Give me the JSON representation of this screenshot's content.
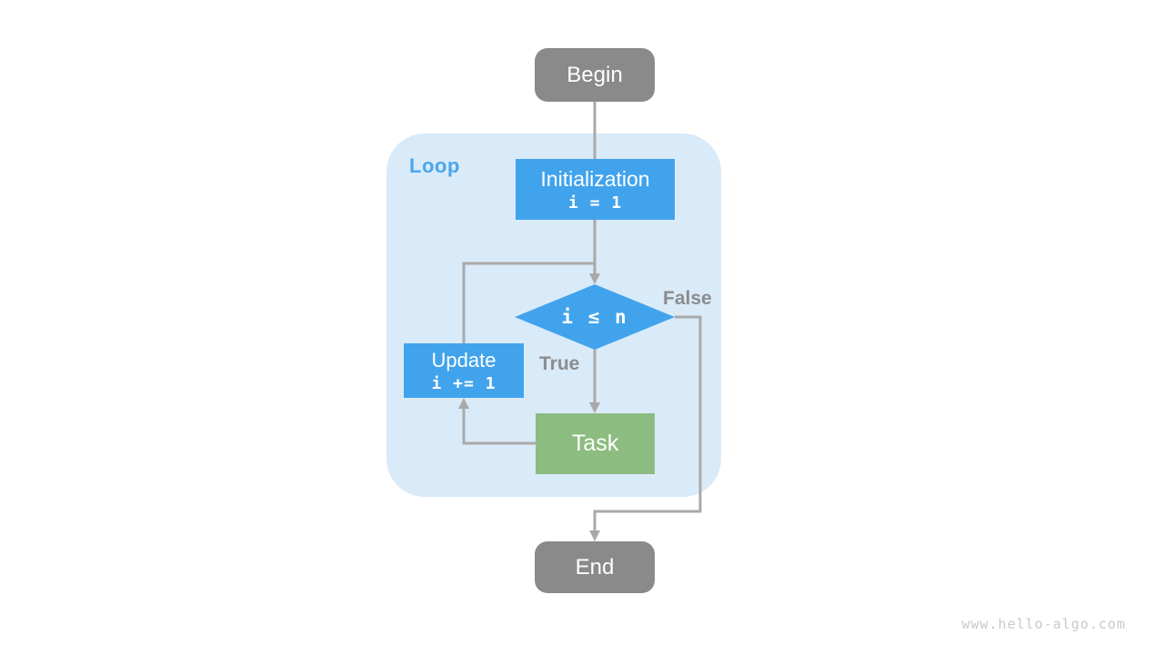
{
  "diagram": {
    "loop_label": "Loop",
    "nodes": {
      "begin": {
        "label": "Begin"
      },
      "initialization": {
        "label": "Initialization",
        "code": "i = 1"
      },
      "condition": {
        "label": "i ≤ n"
      },
      "update": {
        "label": "Update",
        "code": "i += 1"
      },
      "task": {
        "label": "Task"
      },
      "end": {
        "label": "End"
      }
    },
    "edge_labels": {
      "true": "True",
      "false": "False"
    },
    "colors": {
      "node_blue": "#41A3EC",
      "node_green": "#8DBC80",
      "node_gray": "#8A8A8A",
      "container_bg": "#D9EAF9",
      "line_gray": "#A9A9A9",
      "label_gray": "#8C8C8C",
      "loop_label_blue": "#4BA6ED",
      "watermark_gray": "#C9C9C9"
    },
    "watermark": "www.hello-algo.com"
  }
}
